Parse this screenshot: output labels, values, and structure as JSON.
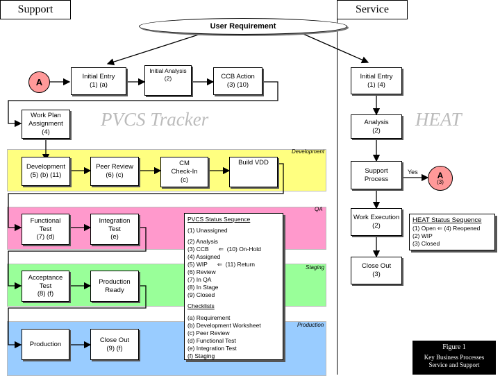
{
  "headers": {
    "left": "Support",
    "right": "Service"
  },
  "user_requirement": "User Requirement",
  "circle_a_label": "A",
  "watermarks": {
    "pvcs": "PVCS Tracker",
    "heat": "HEAT"
  },
  "bands": {
    "development": "Development",
    "qa": "QA",
    "staging": "Staging",
    "production": "Production"
  },
  "support_boxes": {
    "initial_entry": "Initial Entry\n(1) (a)",
    "initial_analysis": "Initial Analysis\n(2)",
    "ccb_action": "CCB Action\n(3) (10)",
    "work_plan": "Work Plan\nAssignment\n(4)",
    "development": "Development\n(5) (b) (11)",
    "peer_review": "Peer Review\n(6) (c)",
    "cm_checkin": "CM\nCheck-In\n(c)",
    "build_vdd": "Build VDD",
    "functional_test": "Functional\nTest\n(7) (d)",
    "integration_test": "Integration\nTest\n(e)",
    "acceptance_test": "Acceptance\nTest\n(8) (f)",
    "production_ready": "Production\nReady",
    "production": "Production",
    "close_out": "Close Out\n(9) (f)"
  },
  "service_boxes": {
    "initial_entry": "Initial Entry\n(1) (4)",
    "analysis": "Analysis\n(2)",
    "support_process": "Support\nProcess",
    "work_execution": "Work Execution\n(2)",
    "close_out": "Close Out\n(3)"
  },
  "yes_label": "Yes",
  "circle_a3": {
    "letter": "A",
    "number": "(3)"
  },
  "pvcs_status": {
    "title": "PVCS Status Sequence",
    "items": [
      "(1) Unassigned",
      "(2) Analysis",
      "(3) CCB      ⇐  (10) On-Hold",
      "(4) Assigned",
      "(5) WIP      ⇐  (11) Return",
      "(6) Review",
      "(7) In QA",
      "(8) In Stage",
      "(9) Closed"
    ]
  },
  "checklists": {
    "title": "Checklists",
    "items": [
      "(a) Requirement",
      "(b) Development Worksheet",
      "(c) Peer Review",
      "(d) Functional Test",
      "(e) Integration Test",
      "(f) Staging"
    ]
  },
  "heat_status": {
    "title": "HEAT Status Sequence",
    "items": [
      "(1) Open ⇐ (4) Reopened",
      "(2) WIP",
      "(3) Closed"
    ]
  },
  "figure": {
    "title": "Figure 1",
    "caption": "Key Business Processes\nService and Support"
  }
}
